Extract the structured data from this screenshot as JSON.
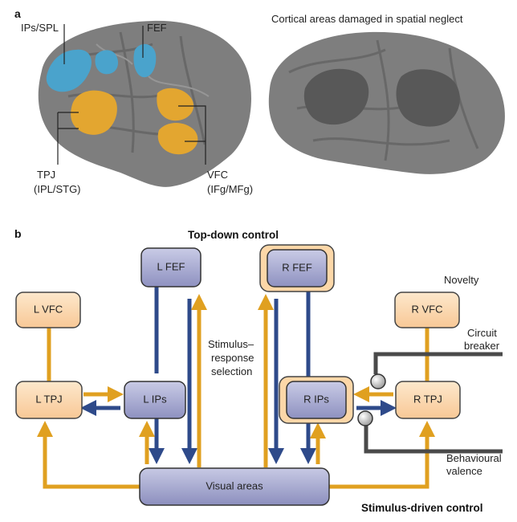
{
  "panel_a": {
    "letter": "a",
    "title": "Cortical areas damaged in spatial neglect",
    "labels": {
      "ips_spl": "IPs/SPL",
      "fef": "FEF",
      "tpj": "TPJ",
      "tpj_sub": "(IPL/STG)",
      "vfc": "VFC",
      "vfc_sub": "(IFg/MFg)"
    }
  },
  "panel_b": {
    "letter": "b",
    "top_down": "Top-down control",
    "stimulus_driven": "Stimulus-driven control",
    "boxes": {
      "l_fef": "L FEF",
      "r_fef": "R FEF",
      "l_vfc": "L VFC",
      "r_vfc": "R VFC",
      "l_tpj": "L TPJ",
      "r_tpj": "R TPJ",
      "l_ips": "L IPs",
      "r_ips": "R IPs",
      "visual": "Visual areas"
    },
    "annotations": {
      "stimulus_1": "Stimulus–",
      "stimulus_2": "response",
      "stimulus_3": "selection",
      "novelty": "Novelty",
      "circuit_1": "Circuit",
      "circuit_2": "breaker",
      "valence_1": "Behavioural",
      "valence_2": "valence"
    }
  },
  "colors": {
    "dorsal": "#2e4a8a",
    "ventral": "#e0a020",
    "brain": "#7e7e7e",
    "blue_area": "#4aa3cc",
    "orange_area": "#e3a630",
    "blue_box": "#a9acd2",
    "orange_box": "#fcd7a8"
  }
}
